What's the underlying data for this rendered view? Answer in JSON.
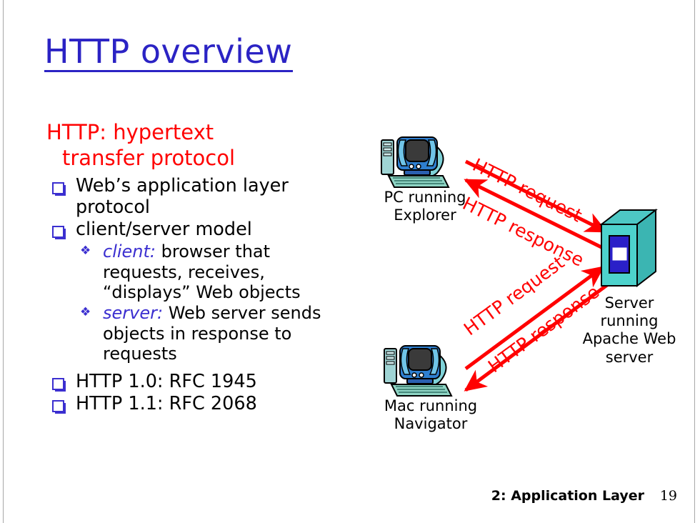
{
  "slide": {
    "title": "HTTP overview",
    "title_color": "#2b23c4",
    "accent_red": "#ff0000",
    "bullet_blue": "#3b2fd0",
    "background": "#ffffff"
  },
  "content": {
    "red_heading_line1": "HTTP: hypertext",
    "red_heading_line2": "transfer protocol",
    "bullets": [
      {
        "text": "Web’s application layer protocol"
      },
      {
        "text": "client/server model"
      },
      {
        "text": "HTTP 1.0: RFC 1945"
      },
      {
        "text": "HTTP 1.1: RFC 2068"
      }
    ],
    "sub_bullets": [
      {
        "term": "client:",
        "text": " browser that requests, receives, “displays” Web objects"
      },
      {
        "term": "server:",
        "text": " Web server sends objects in response to requests"
      }
    ]
  },
  "diagram": {
    "nodes": [
      {
        "id": "pc",
        "label": "PC running\nExplorer",
        "icon": "desktop-computer-icon"
      },
      {
        "id": "mac",
        "label": "Mac running\nNavigator",
        "icon": "desktop-computer-icon"
      },
      {
        "id": "server",
        "label": "Server\nrunning\nApache Web\nserver",
        "icon": "server-tower-icon"
      }
    ],
    "arrows": [
      {
        "id": "top-request",
        "label": "HTTP request",
        "from": "pc",
        "to": "server",
        "color": "#ff0000"
      },
      {
        "id": "top-response",
        "label": "HTTP response",
        "from": "server",
        "to": "pc",
        "color": "#ff0000"
      },
      {
        "id": "bottom-request",
        "label": "HTTP request",
        "from": "mac",
        "to": "server",
        "color": "#ff0000"
      },
      {
        "id": "bottom-response",
        "label": "HTTP response",
        "from": "server",
        "to": "mac",
        "color": "#ff0000"
      }
    ]
  },
  "footer": {
    "section": "2: Application Layer",
    "page": "19"
  }
}
